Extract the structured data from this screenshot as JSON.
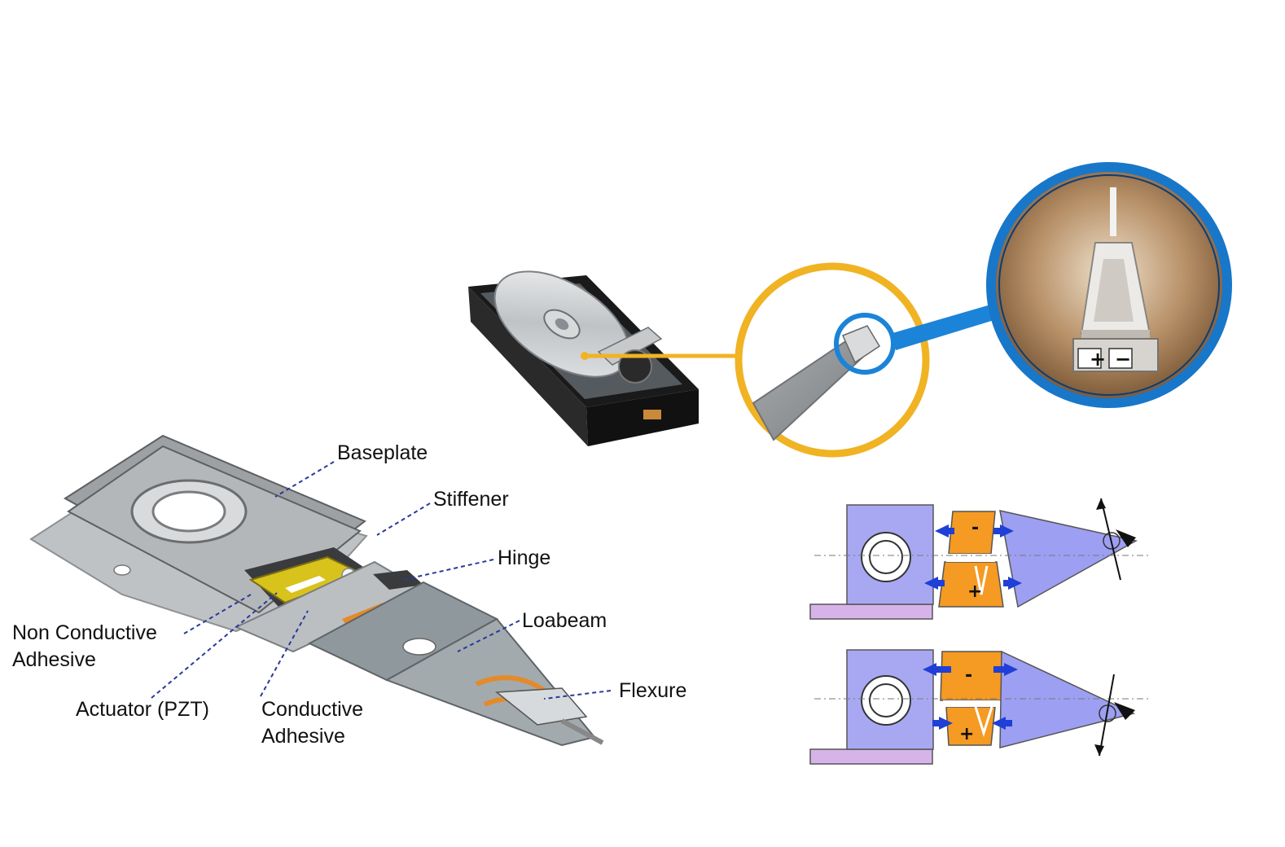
{
  "labels": {
    "baseplate": "Baseplate",
    "stiffener": "Stiffener",
    "hinge": "Hinge",
    "loabeam": "Loabeam",
    "flexure": "Flexure",
    "non_conductive_adhesive": "Non Conductive\nAdhesive",
    "actuator": "Actuator (PZT)",
    "conductive_adhesive": "Conductive\nAdhesive"
  },
  "zoom_signs": {
    "plus": "+",
    "minus": "−"
  },
  "schematic_signs": {
    "top_minus": "-",
    "top_plus": "+",
    "bottom_minus": "-",
    "bottom_plus": "+"
  },
  "colors": {
    "mount_block": "#a8a8f2",
    "beam_triangle": "#9d9ff2",
    "pzt_orange": "#f59a22",
    "arrow_blue": "#1f3fd6",
    "base_strip": "#d6b4ea",
    "callout_yellow": "#f0b323",
    "callout_blue": "#1b84d8",
    "leader_line": "#2a3a9a",
    "pzt_yellow": "#d8c21c"
  },
  "icons": [
    "hard-drive-image",
    "magnifier-ring-icon",
    "zoom-ring-icon",
    "pivot-arrow-icon"
  ]
}
